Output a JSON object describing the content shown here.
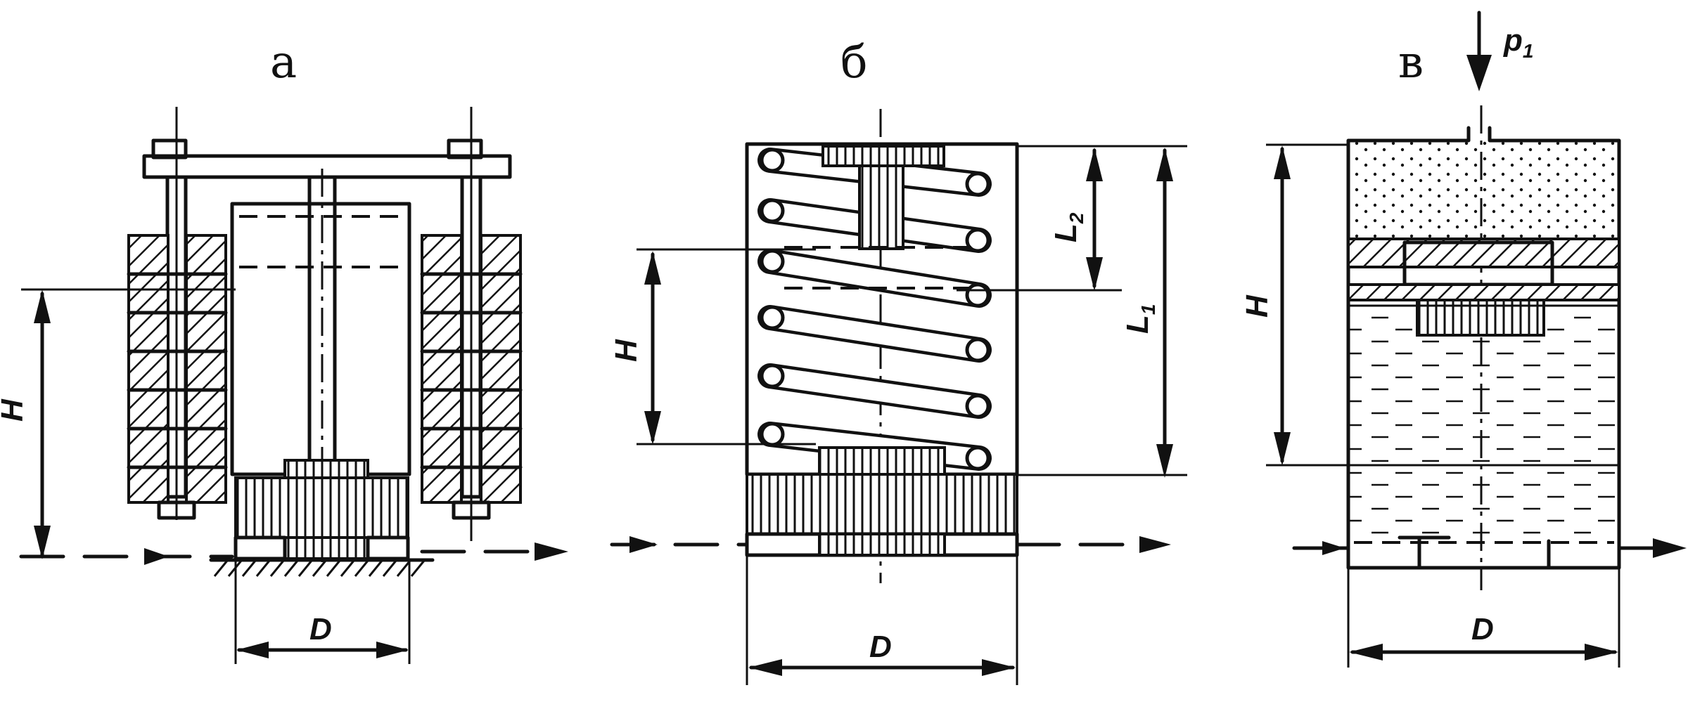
{
  "panels": [
    {
      "label": "а",
      "dimensions": {
        "height": "H",
        "diameter": "D"
      }
    },
    {
      "label": "б",
      "dimensions": {
        "height": "H",
        "diameter": "D",
        "l1": "L",
        "l1_sub": "1",
        "l2": "L",
        "l2_sub": "2"
      }
    },
    {
      "label": "в",
      "dimensions": {
        "height": "H",
        "diameter": "D",
        "pressure": "p",
        "pressure_sub": "1"
      }
    }
  ]
}
